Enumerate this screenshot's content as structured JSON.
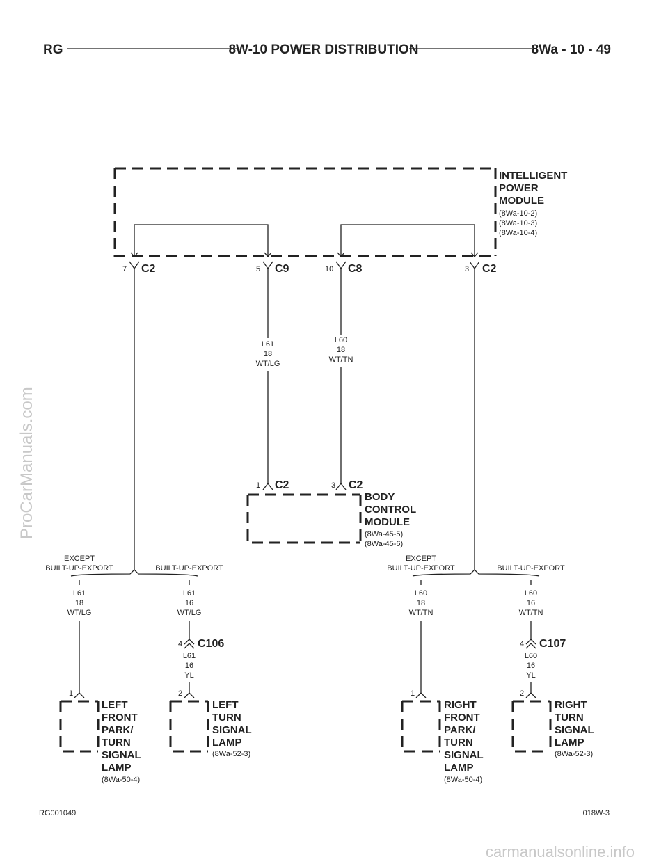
{
  "header": {
    "left": "RG",
    "title": "8W-10 POWER DISTRIBUTION",
    "page": "8Wa - 10 - 49"
  },
  "footer": {
    "left": "RG001049",
    "right": "018W-3"
  },
  "watermarks": {
    "vertical": "ProCarManuals.com",
    "bottom": "carmanualsonline.info"
  },
  "ipm": {
    "lines": [
      "INTELLIGENT",
      "POWER",
      "MODULE"
    ],
    "refs": [
      "(8Wa-10-2)",
      "(8Wa-10-3)",
      "(8Wa-10-4)"
    ],
    "connectors": [
      {
        "pin": "7",
        "name": "C2"
      },
      {
        "pin": "5",
        "name": "C9"
      },
      {
        "pin": "10",
        "name": "C8"
      },
      {
        "pin": "3",
        "name": "C2"
      }
    ]
  },
  "wires": {
    "l61_main": [
      "L61",
      "18",
      "WT/LG"
    ],
    "l60_main": [
      "L60",
      "18",
      "WT/TN"
    ],
    "l61_left_except": [
      "L61",
      "18",
      "WT/LG"
    ],
    "l61_left_bue": [
      "L61",
      "16",
      "WT/LG"
    ],
    "l61_left_yl": [
      "L61",
      "16",
      "YL"
    ],
    "l60_right_except": [
      "L60",
      "18",
      "WT/TN"
    ],
    "l60_right_bue": [
      "L60",
      "16",
      "WT/TN"
    ],
    "l60_right_yl": [
      "L60",
      "16",
      "YL"
    ]
  },
  "bcm": {
    "lines": [
      "BODY",
      "CONTROL",
      "MODULE"
    ],
    "refs": [
      "(8Wa-45-5)",
      "(8Wa-45-6)"
    ],
    "connectors": [
      {
        "pin": "1",
        "name": "C2"
      },
      {
        "pin": "3",
        "name": "C2"
      }
    ]
  },
  "options": {
    "except": [
      "EXCEPT",
      "BUILT-UP-EXPORT"
    ],
    "bue": "BUILT-UP-EXPORT"
  },
  "inline": {
    "c106": {
      "pin": "4",
      "name": "C106"
    },
    "c107": {
      "pin": "4",
      "name": "C107"
    }
  },
  "lamps": {
    "left_front": {
      "pin": "1",
      "lines": [
        "LEFT",
        "FRONT",
        "PARK/",
        "TURN",
        "SIGNAL",
        "LAMP"
      ],
      "ref": "(8Wa-50-4)"
    },
    "left_turn": {
      "pin": "2",
      "lines": [
        "LEFT",
        "TURN",
        "SIGNAL",
        "LAMP"
      ],
      "ref": "(8Wa-52-3)"
    },
    "right_front": {
      "pin": "1",
      "lines": [
        "RIGHT",
        "FRONT",
        "PARK/",
        "TURN",
        "SIGNAL",
        "LAMP"
      ],
      "ref": "(8Wa-50-4)"
    },
    "right_turn": {
      "pin": "2",
      "lines": [
        "RIGHT",
        "TURN",
        "SIGNAL",
        "LAMP"
      ],
      "ref": "(8Wa-52-3)"
    }
  }
}
